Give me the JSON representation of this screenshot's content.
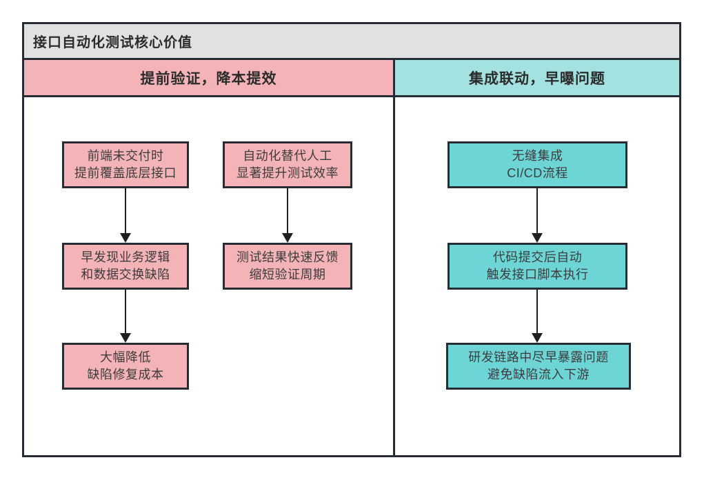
{
  "title": "接口自动化测试核心价值",
  "colors": {
    "pink": "#f4b3b7",
    "teal_header": "#a3e2e1",
    "teal_box": "#6ed5d7",
    "title_bg": "#e1e1e1",
    "border": "#272b33",
    "arrow": "#1f1f1f"
  },
  "columns": {
    "left": {
      "header": "提前验证，降本提效",
      "flow_a": [
        {
          "lines": [
            "前端未交付时",
            "提前覆盖底层接口"
          ]
        },
        {
          "lines": [
            "早发现业务逻辑",
            "和数据交换缺陷"
          ]
        },
        {
          "lines": [
            "大幅降低",
            "缺陷修复成本"
          ]
        }
      ],
      "flow_b": [
        {
          "lines": [
            "自动化替代人工",
            "显著提升测试效率"
          ]
        },
        {
          "lines": [
            "测试结果快速反馈",
            "缩短验证周期"
          ]
        }
      ]
    },
    "right": {
      "header": "集成联动，早曝问题",
      "flow": [
        {
          "lines": [
            "无缝集成",
            "CI/CD流程"
          ]
        },
        {
          "lines": [
            "代码提交后自动",
            "触发接口脚本执行"
          ]
        },
        {
          "lines": [
            "研发链路中尽早暴露问题",
            "避免缺陷流入下游"
          ]
        }
      ]
    }
  }
}
